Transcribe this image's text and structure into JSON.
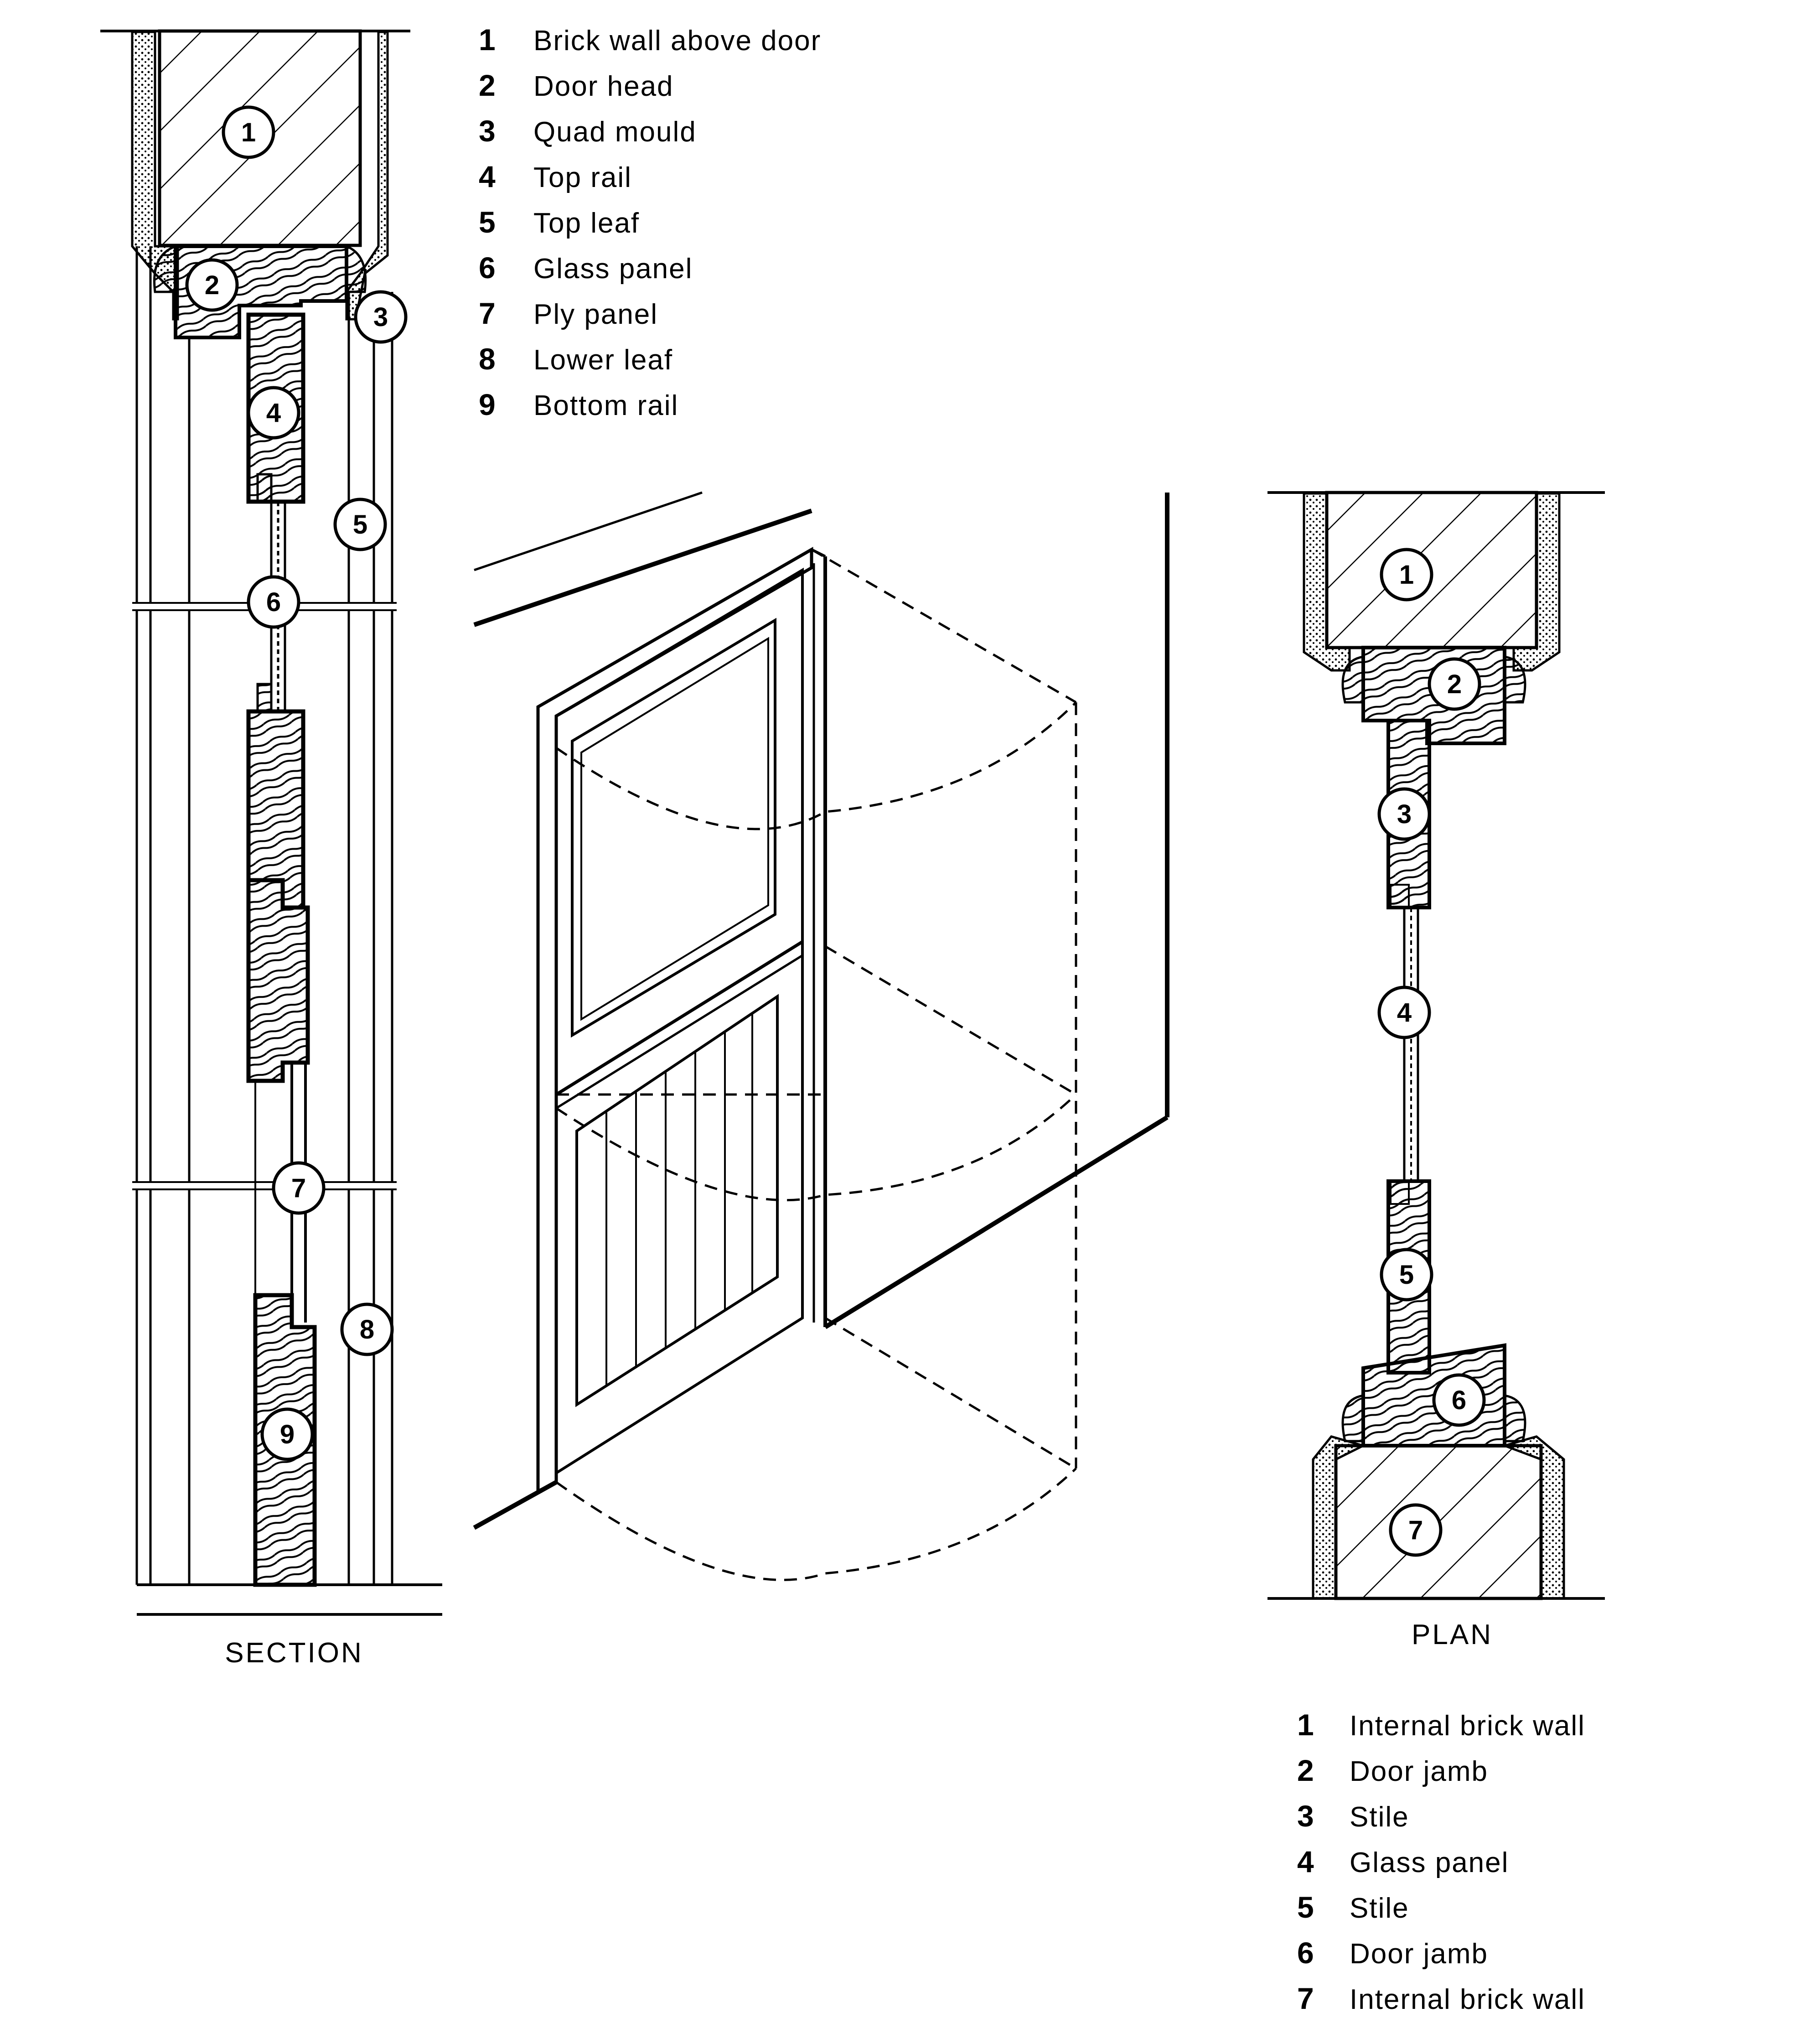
{
  "section": {
    "caption": "SECTION",
    "legend": [
      {
        "num": "1",
        "label": "Brick wall above door"
      },
      {
        "num": "2",
        "label": "Door head"
      },
      {
        "num": "3",
        "label": "Quad mould"
      },
      {
        "num": "4",
        "label": "Top rail"
      },
      {
        "num": "5",
        "label": "Top leaf"
      },
      {
        "num": "6",
        "label": "Glass panel"
      },
      {
        "num": "7",
        "label": "Ply panel"
      },
      {
        "num": "8",
        "label": "Lower leaf"
      },
      {
        "num": "9",
        "label": "Bottom rail"
      }
    ],
    "callouts": [
      "1",
      "2",
      "3",
      "4",
      "5",
      "6",
      "7",
      "8",
      "9"
    ]
  },
  "plan": {
    "caption": "PLAN",
    "legend": [
      {
        "num": "1",
        "label": "Internal brick wall"
      },
      {
        "num": "2",
        "label": "Door jamb"
      },
      {
        "num": "3",
        "label": "Stile"
      },
      {
        "num": "4",
        "label": "Glass panel"
      },
      {
        "num": "5",
        "label": "Stile"
      },
      {
        "num": "6",
        "label": "Door jamb"
      },
      {
        "num": "7",
        "label": "Internal brick wall"
      }
    ],
    "callouts": [
      "1",
      "2",
      "3",
      "4",
      "5",
      "6",
      "7"
    ]
  },
  "colors": {
    "ink": "#000000",
    "paper": "#ffffff"
  }
}
